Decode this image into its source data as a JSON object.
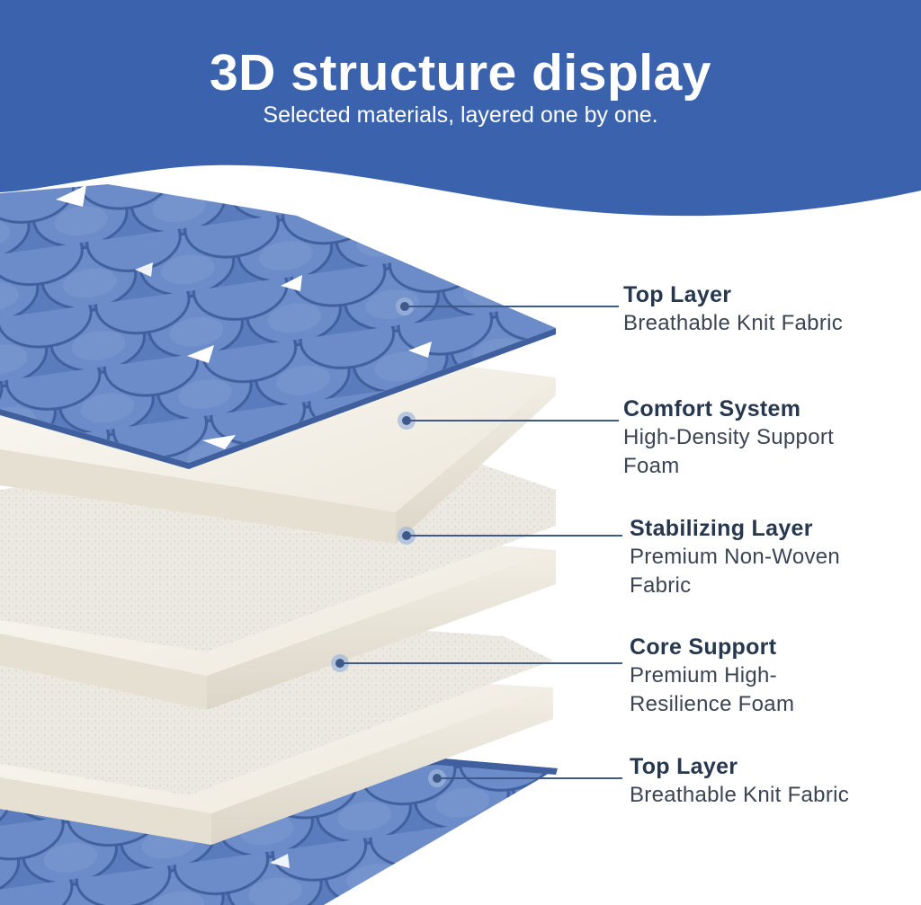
{
  "header": {
    "title": "3D structure display",
    "subtitle": "Selected materials, layered one by one.",
    "band_color": "#3b62ad"
  },
  "layers": [
    {
      "title": "Top Layer",
      "description": "Breathable Knit Fabric",
      "icon": "marker-dot-icon"
    },
    {
      "title": "Comfort System",
      "description": "High-Density Support Foam",
      "icon": "marker-dot-icon"
    },
    {
      "title": "Stabilizing Layer",
      "description": "Premium Non-Woven Fabric",
      "icon": "marker-dot-icon"
    },
    {
      "title": "Core Support",
      "description": "Premium High-Resilience Foam",
      "icon": "marker-dot-icon"
    },
    {
      "title": "Top Layer",
      "description": "Breathable Knit Fabric",
      "icon": "marker-dot-icon"
    }
  ],
  "colors": {
    "fabric": "#5d7fbf",
    "fabric_dark": "#3f5f9e",
    "foam": "#f3efe6",
    "leader_line": "#3d5a8a",
    "text_title": "#26374e",
    "text_desc": "#3b4452"
  }
}
